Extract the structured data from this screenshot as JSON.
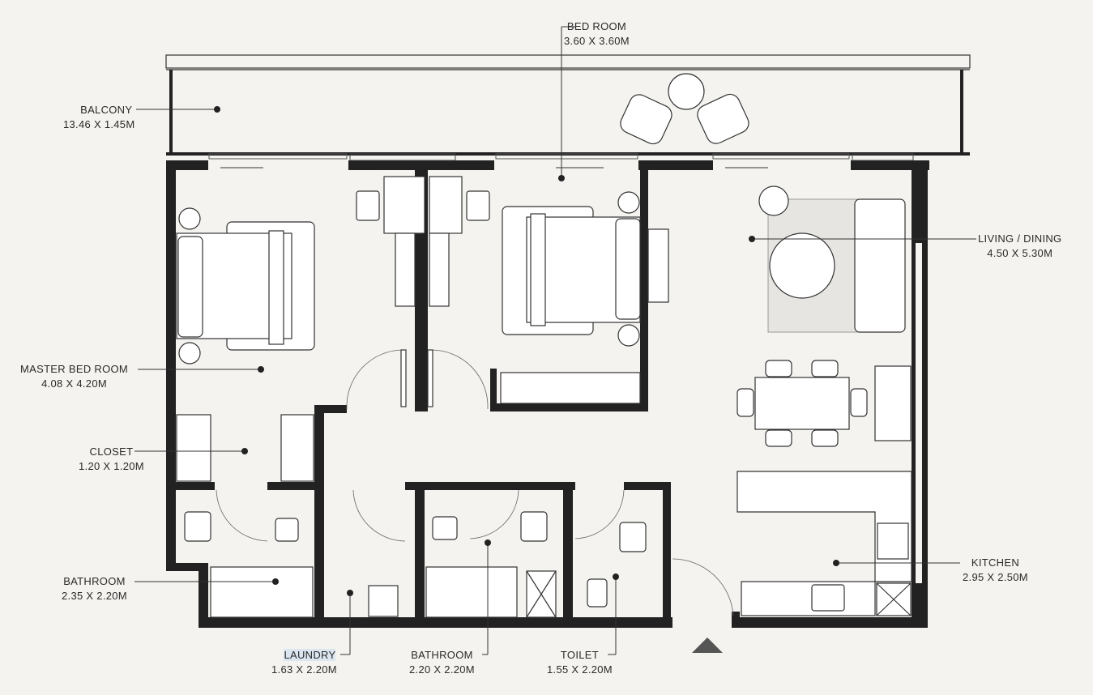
{
  "rooms": [
    {
      "name": "BALCONY",
      "size": "13.46 X 1.45M"
    },
    {
      "name": "BED ROOM",
      "size": "3.60 X 3.60M"
    },
    {
      "name": "LIVING / DINING",
      "size": "4.50 X 5.30M"
    },
    {
      "name": "MASTER BED ROOM",
      "size": "4.08 X 4.20M"
    },
    {
      "name": "CLOSET",
      "size": "1.20 X 1.20M"
    },
    {
      "name": "BATHROOM",
      "size": "2.35 X 2.20M"
    },
    {
      "name": "KITCHEN",
      "size": "2.95 X 2.50M"
    },
    {
      "name": "LAUNDRY",
      "size": "1.63 X 2.20M"
    },
    {
      "name": "BATHROOM",
      "size": "2.20 X 2.20M"
    },
    {
      "name": "TOILET",
      "size": "1.55 X 2.20M"
    }
  ],
  "colors": {
    "wall": "#222222",
    "background": "#f4f3ef",
    "furniture": "#ffffff"
  },
  "entrance_icon": "triangle-entrance-icon"
}
